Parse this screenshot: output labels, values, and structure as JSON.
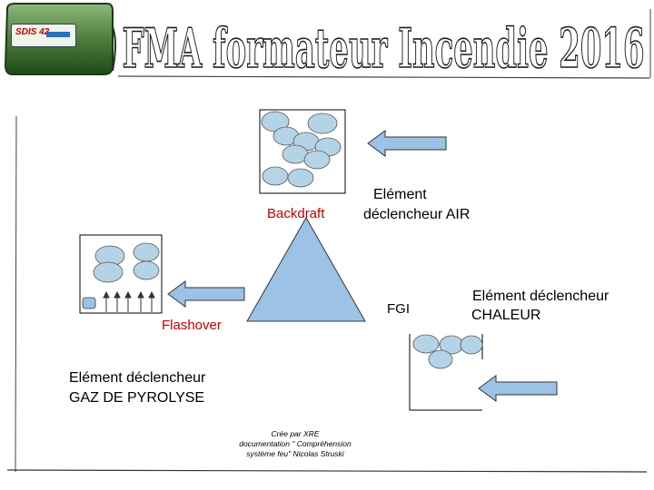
{
  "header": {
    "title": "FMA formateur Incendie 2016",
    "logo_text": "SDIS 42",
    "colors": {
      "band_dark": "#1f4a1a",
      "band_light": "#6c9b5a",
      "title_fill": "#ffffff"
    }
  },
  "diagram": {
    "backdraft_label": "Backdraft",
    "flashover_label": "Flashover",
    "fgi_label": "FGI",
    "air_trigger": {
      "line1": "Elément",
      "line2": "déclencheur AIR"
    },
    "heat_trigger": {
      "line1": "Elément déclencheur",
      "line2": "CHALEUR"
    },
    "gas_trigger": {
      "line1": "Elément déclencheur",
      "line2": "GAZ DE PYROLYSE"
    },
    "colors": {
      "triangle": "#9cc3e6",
      "smoke": "#b4d3e6",
      "arrow": "#9cc3e6",
      "red_label": "#c00000"
    }
  },
  "credit": {
    "line1": "Crée par XRE",
    "line2": "documentation \" Compréhension",
    "line3": "système feu\" Nicolas Struski"
  }
}
